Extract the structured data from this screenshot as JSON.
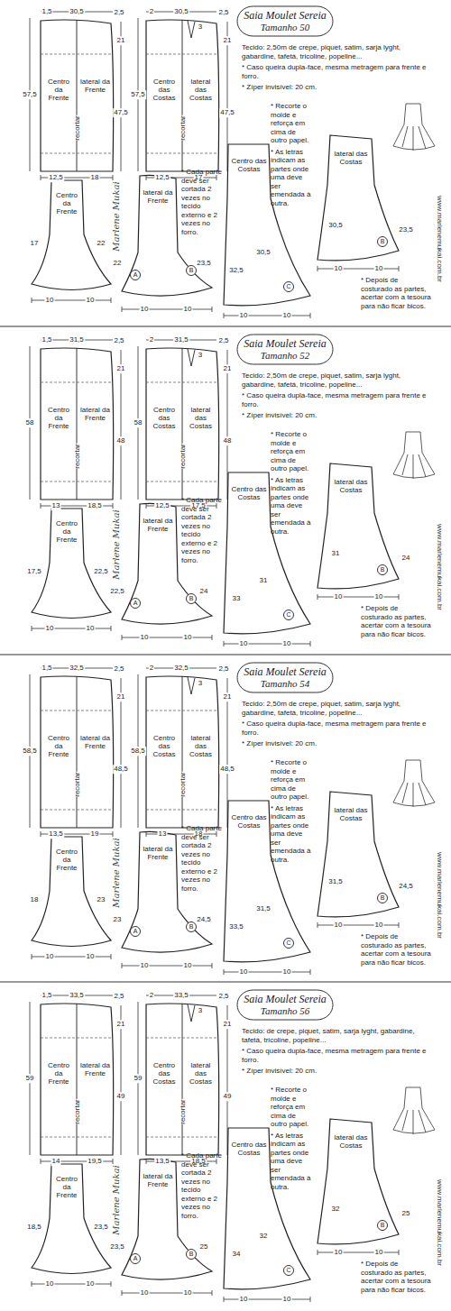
{
  "diagram": {
    "nodes": [
      {
        "text": [
          "Centro da Frente",
          "lateral da Frente",
          "recortar"
        ]
      },
      {
        "text": [
          "Centro das Costas",
          "lateral das Costas",
          "recortar"
        ]
      },
      {
        "text": [
          "Saia Moulet Sereia",
          "Tamanho 50"
        ]
      },
      {
        "text": [
          "Centro da Frente"
        ]
      },
      {
        "text": [
          "lateral da Frente"
        ]
      },
      {
        "text": [
          "Centro das Costas"
        ]
      },
      {
        "text": [
          "lateral das Costas"
        ]
      },
      {
        "text": [
          "Centro da Frente",
          "lateral da Frente",
          "recortar"
        ]
      },
      {
        "text": [
          "Centro das Costas",
          "lateral das Costas",
          "recortar"
        ]
      },
      {
        "text": [
          "Saia Moulet Sereia",
          "Tamanho 52"
        ]
      },
      {
        "text": [
          "Centro da Frente"
        ]
      },
      {
        "text": [
          "lateral da Frente"
        ]
      },
      {
        "text": [
          "Centro das Costas"
        ]
      },
      {
        "text": [
          "lateral das Costas"
        ]
      },
      {
        "text": [
          "Centro da Frente",
          "lateral da Frente",
          "recortar"
        ]
      },
      {
        "text": [
          "Centro das Costas",
          "lateral das Costas",
          "recortar"
        ]
      },
      {
        "text": [
          "Saia Moulet Sereia",
          "Tamanho 54"
        ]
      },
      {
        "text": [
          "Centro da Frente"
        ]
      },
      {
        "text": [
          "lateral da Frente"
        ]
      },
      {
        "text": [
          "Centro das Costas"
        ]
      },
      {
        "text": [
          "lateral das Costas"
        ]
      },
      {
        "text": [
          "Centro da Frente",
          "lateral da Frente",
          "recortar"
        ]
      },
      {
        "text": [
          "Centro das Costas",
          "lateral das Costas",
          "recortar"
        ]
      },
      {
        "text": [
          "Saia Moulet Sereia",
          "Tamanho 56"
        ]
      },
      {
        "text": [
          "Centro da Frente"
        ]
      },
      {
        "text": [
          "lateral da Frente"
        ]
      },
      {
        "text": [
          "Centro das Costas"
        ]
      },
      {
        "text": [
          "lateral das Costas"
        ]
      }
    ],
    "labels": [
      "30,5",
      "1,5",
      "2,5",
      "57,5",
      "21",
      "47,5",
      "12,5",
      "18",
      "30,5",
      "2",
      "2,5",
      "3",
      "57,5",
      "21",
      "47,5",
      "12,5",
      "17",
      "17",
      "22",
      "10",
      "10",
      "22",
      "23,5",
      "A",
      "B",
      "10",
      "10",
      "32,5",
      "30,5",
      "C",
      "10",
      "10",
      "30,5",
      "23,5",
      "B",
      "10",
      "10",
      "Tecido: 2,50m de crepe, piquet, satim, sarja lyght, gabardine, tafetá, tricoline, popeline...",
      "* Caso queira dupla-face, mesma metragem para frente e forro.",
      "* Zíper invisível: 20 cm.",
      "* Cada parte deve ser cortada 2 vezes no tecido externo e 2 vezes no forro.",
      "* Recorte o molde e reforça em cima de outro papel.",
      "* As letras indicam as partes onde uma deve ser emendada à outra.",
      "* Depois de costurado as partes, acertar com a tesoura para não ficar bicos.",
      "Marlene Mukai",
      "www.marlenemukai.com.br",
      "31,5",
      "1,5",
      "2,5",
      "58",
      "21",
      "48",
      "13",
      "18,5",
      "31,5",
      "2",
      "2,5",
      "3",
      "58",
      "21",
      "48",
      "12,5",
      "17,5",
      "17,5",
      "22,5",
      "10",
      "10",
      "22,5",
      "24",
      "A",
      "B",
      "10",
      "10",
      "33",
      "31",
      "C",
      "10",
      "10",
      "31",
      "24",
      "B",
      "10",
      "10",
      "Tecido: 2,50m de crepe, piquet, satim, sarja lyght, gabardine, tafetá, tricoline, popeline...",
      "* Caso queira dupla-face, mesma metragem para frente e forro.",
      "* Zíper invisível: 20 cm.",
      "* Cada parte deve ser cortada 2 vezes no tecido externo e 2 vezes no forro.",
      "* Recorte o molde e reforça em cima de outro papel.",
      "* As letras indicam as partes onde uma deve ser emendada à outra.",
      "* Depois de costurado as partes, acertar com a tesoura para não ficar bicos.",
      "Marlene Mukai",
      "www.marlenemukai.com.br",
      "32,5",
      "1,5",
      "2,5",
      "58,5",
      "21",
      "48,5",
      "13,5",
      "19",
      "32,5",
      "2",
      "2,5",
      "3",
      "58,5",
      "21",
      "48,5",
      "13",
      "18",
      "18",
      "23",
      "10",
      "10",
      "23",
      "24,5",
      "A",
      "B",
      "10",
      "10",
      "33,5",
      "31,5",
      "C",
      "10",
      "10",
      "31,5",
      "24,5",
      "B",
      "10",
      "10",
      "Tecido: 2,50m de crepe, piquet, satim, sarja lyght, gabardine, tafetá, tricoline, popeline...",
      "* Caso queira dupla-face, mesma metragem para frente e forro.",
      "* Zíper invisível: 20 cm.",
      "* Cada parte deve ser cortada 2 vezes no tecido externo e 2 vezes no forro.",
      "* Recorte o molde e reforça em cima de outro papel.",
      "* As letras indicam as partes onde uma deve ser emendada à outra.",
      "* Depois de costurado as partes, acertar com a tesoura para não ficar bicos.",
      "Marlene Mukai",
      "www.marlenemukai.com.br",
      "33,5",
      "1,5",
      "2,5",
      "59",
      "21",
      "49",
      "14",
      "19,5",
      "33,5",
      "2",
      "2,5",
      "3",
      "59",
      "21",
      "49",
      "13,5",
      "18,5",
      "18,5",
      "23,5",
      "10",
      "10",
      "23,5",
      "25",
      "A",
      "B",
      "10",
      "10",
      "34",
      "32",
      "C",
      "10",
      "10",
      "32",
      "25",
      "B",
      "10",
      "10",
      "Tecido: de crepe, piquet, satim, sarja lyght, gabardine, tafetá, tricoline, popeline...",
      "* Caso queira dupla-face, mesma metragem para frente e forro.",
      "* Zíper invisível: 20 cm.",
      "* Cada parte deve ser cortada 2 vezes no tecido externo e 2 vezes no forro.",
      "* Recorte o molde e reforça em cima de outro papel.",
      "* As letras indicam as partes onde uma deve ser emendada à outra.",
      "* Depois de costurado as partes, acertar com a tesoura para não ficar bicos.",
      "Marlene Mukai",
      "www.marlenemukai.com.br"
    ]
  }
}
